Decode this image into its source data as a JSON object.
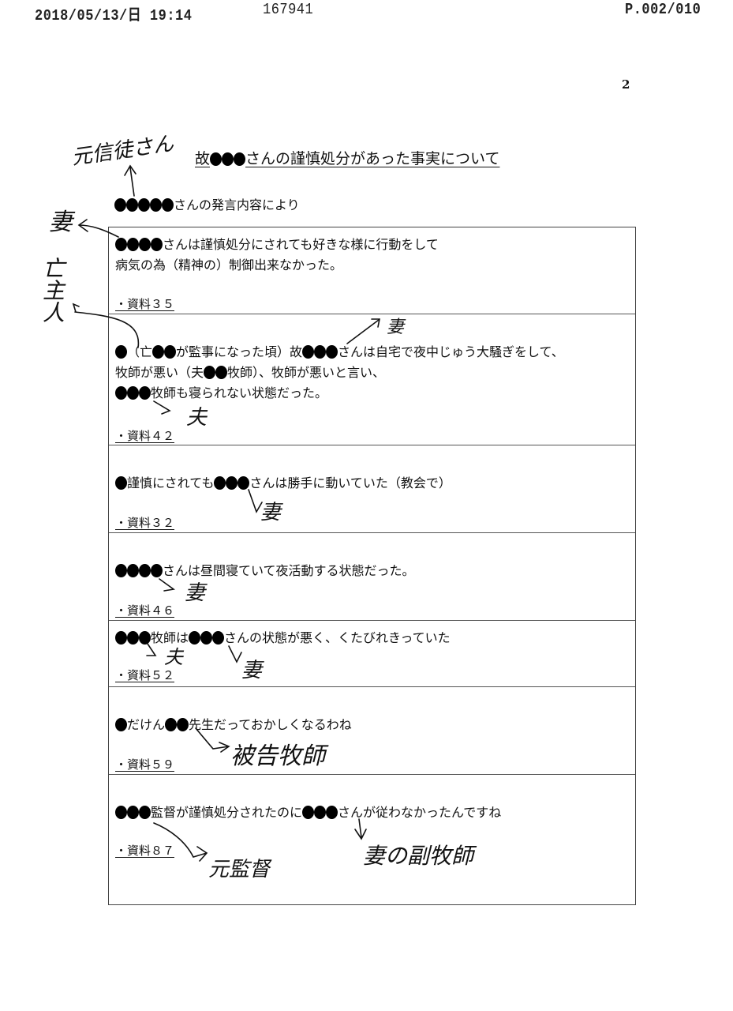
{
  "fax_header": {
    "datetime": "2018/05/13/日 19:14",
    "sender_id": "167941",
    "page": "P.002/010"
  },
  "page_number": "2",
  "title": {
    "prefix": "故",
    "redacted_count": 3,
    "suffix": "さんの謹慎処分があった事実について"
  },
  "subheading": {
    "redacted_count": 5,
    "text": "さんの発言内容により"
  },
  "rows": [
    {
      "lines": [
        {
          "parts": [
            {
              "redact": 4
            },
            {
              "text": "さんは謹慎処分にされても好きな様に行動をして"
            }
          ]
        },
        {
          "parts": [
            {
              "text": "病気の為（精神の）制御出来なかった。"
            }
          ]
        }
      ],
      "reference": "・資料３５"
    },
    {
      "lines": [
        {
          "parts": [
            {
              "redact": 1
            },
            {
              "text": "（亡"
            },
            {
              "redact": 2
            },
            {
              "text": "が監事になった頃）故"
            },
            {
              "redact": 3
            },
            {
              "text": "さんは自宅で夜中じゅう大騒ぎをして、"
            }
          ]
        },
        {
          "parts": [
            {
              "text": "牧師が悪い（夫"
            },
            {
              "redact": 2
            },
            {
              "text": "牧師）、牧師が悪いと言い、"
            }
          ]
        },
        {
          "parts": [
            {
              "redact": 3
            },
            {
              "text": "牧師も寝られない状態だった。"
            }
          ]
        }
      ],
      "reference": "・資料４２"
    },
    {
      "lines": [
        {
          "parts": [
            {
              "redact": 1
            },
            {
              "text": "謹慎にされても"
            },
            {
              "redact": 3
            },
            {
              "text": "さんは勝手に動いていた（教会で）"
            }
          ]
        }
      ],
      "reference": "・資料３２"
    },
    {
      "lines": [
        {
          "parts": [
            {
              "redact": 4
            },
            {
              "text": "さんは昼間寝ていて夜活動する状態だった。"
            }
          ]
        }
      ],
      "reference": "・資料４６"
    },
    {
      "lines": [
        {
          "parts": [
            {
              "redact": 3
            },
            {
              "text": "牧師は"
            },
            {
              "redact": 3
            },
            {
              "text": "さんの状態が悪く、くたびれきっていた"
            }
          ]
        }
      ],
      "reference": "・資料５２"
    },
    {
      "lines": [
        {
          "parts": [
            {
              "redact": 1
            },
            {
              "text": "だけん"
            },
            {
              "redact": 2
            },
            {
              "text": "先生だっておかしくなるわね"
            }
          ]
        }
      ],
      "reference": "・資料５９"
    },
    {
      "lines": [
        {
          "parts": [
            {
              "redact": 3
            },
            {
              "text": "監督が謹慎処分されたのに"
            },
            {
              "redact": 3
            },
            {
              "text": "さんが従わなかったんですね"
            }
          ]
        }
      ],
      "reference": "・資料８７"
    }
  ],
  "handwritten_annotations": [
    {
      "text": "元信徒さん",
      "near": "subheading"
    },
    {
      "text": "妻",
      "near": "row-1"
    },
    {
      "text": "亡主人",
      "near": "row-2"
    },
    {
      "text": "妻",
      "near": "row-2-line-1"
    },
    {
      "text": "夫",
      "near": "row-2-line-3"
    },
    {
      "text": "妻",
      "near": "row-3"
    },
    {
      "text": "妻",
      "near": "row-4"
    },
    {
      "text": "夫",
      "near": "row-5-left"
    },
    {
      "text": "妻",
      "near": "row-5-right"
    },
    {
      "text": "被告牧師",
      "near": "row-6"
    },
    {
      "text": "元監督",
      "near": "row-7-left"
    },
    {
      "text": "妻の副牧師",
      "near": "row-7-right"
    }
  ]
}
